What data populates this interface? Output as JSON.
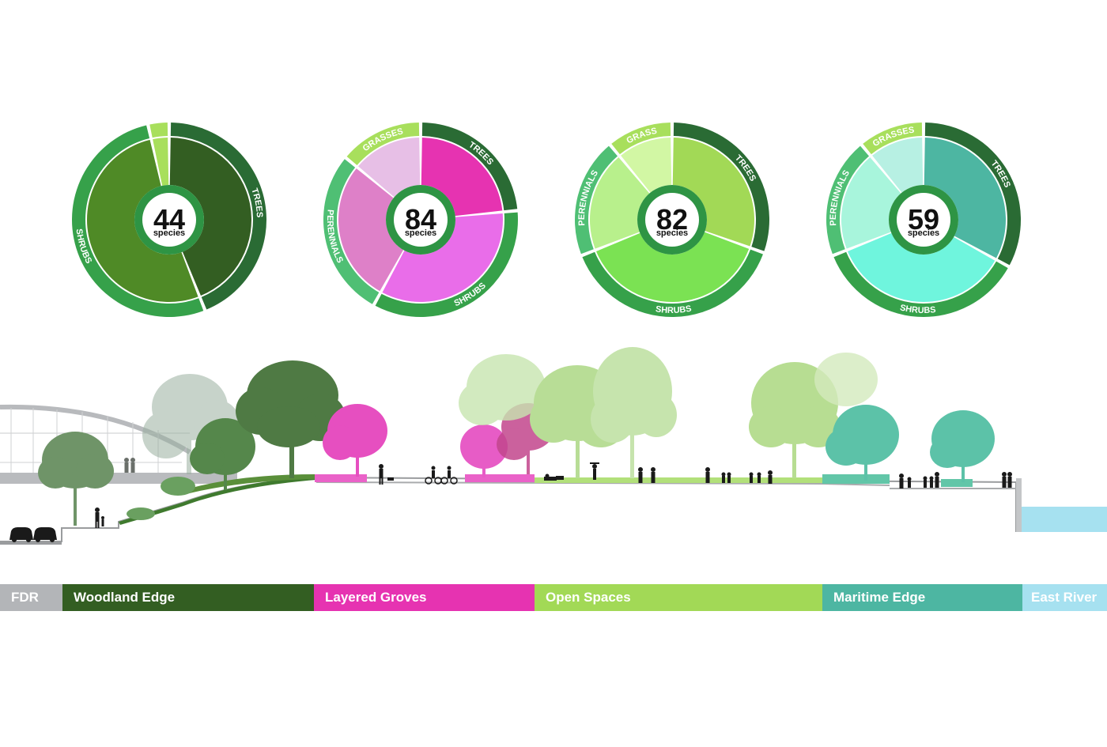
{
  "zones": [
    {
      "key": "fdr",
      "label": "FDR",
      "color": "#b3b5b8"
    },
    {
      "key": "woodland",
      "label": "Woodland Edge",
      "color": "#335e22"
    },
    {
      "key": "groves",
      "label": "Layered Groves",
      "color": "#e633b1"
    },
    {
      "key": "open",
      "label": "Open Spaces",
      "color": "#a2d956"
    },
    {
      "key": "maritime",
      "label": "Maritime Edge",
      "color": "#4db6a2"
    },
    {
      "key": "river",
      "label": "East River",
      "color": "#a6e1f0"
    }
  ],
  "donuts": [
    {
      "number": "44",
      "unit": "species",
      "ring_color": "#2e9444",
      "center_ring": "#2e9444",
      "segments": [
        {
          "label": "TREES",
          "value": 0.44,
          "fill": "#335e22",
          "outer": "#2a6b34"
        },
        {
          "label": "SHRUBS",
          "value": 0.525,
          "fill": "#4f8a26",
          "outer": "#36a14a"
        },
        {
          "label": "",
          "value": 0.035,
          "fill": "#a8df5c",
          "outer": "#a8df5c"
        }
      ],
      "perennials_label": ""
    },
    {
      "number": "84",
      "unit": "species",
      "ring_color": "#2e9444",
      "center_ring": "#2e9444",
      "segments": [
        {
          "label": "TREES",
          "value": 0.235,
          "fill": "#e633b1",
          "outer": "#2a6b34"
        },
        {
          "label": "SHRUBS",
          "value": 0.345,
          "fill": "#e96de9",
          "outer": "#36a14a"
        },
        {
          "label": "PERENNIALS",
          "value": 0.28,
          "fill": "#de80c8",
          "outer": "#4fbf74"
        },
        {
          "label": "GRASSES",
          "value": 0.14,
          "fill": "#e7bfe6",
          "outer": "#a8df5c"
        }
      ]
    },
    {
      "number": "82",
      "unit": "species",
      "ring_color": "#2e9444",
      "center_ring": "#2e9444",
      "segments": [
        {
          "label": "TREES",
          "value": 0.305,
          "fill": "#a2d956",
          "outer": "#2a6b34"
        },
        {
          "label": "SHRUBS",
          "value": 0.385,
          "fill": "#7be253",
          "outer": "#36a14a"
        },
        {
          "label": "PERENNIALS",
          "value": 0.2,
          "fill": "#b8f08c",
          "outer": "#4fbf74"
        },
        {
          "label": "GRASS",
          "value": 0.11,
          "fill": "#d2f7a4",
          "outer": "#a8df5c"
        }
      ]
    },
    {
      "number": "59",
      "unit": "species",
      "ring_color": "#2e9444",
      "center_ring": "#2e9444",
      "segments": [
        {
          "label": "TREES",
          "value": 0.33,
          "fill": "#4db6a2",
          "outer": "#2a6b34"
        },
        {
          "label": "SHRUBS",
          "value": 0.36,
          "fill": "#6ff5dd",
          "outer": "#36a14a"
        },
        {
          "label": "PERENNIALS",
          "value": 0.2,
          "fill": "#a8f5dc",
          "outer": "#4fbf74"
        },
        {
          "label": "GRASSES",
          "value": 0.11,
          "fill": "#b7f0e3",
          "outer": "#a8df5c"
        }
      ]
    }
  ]
}
